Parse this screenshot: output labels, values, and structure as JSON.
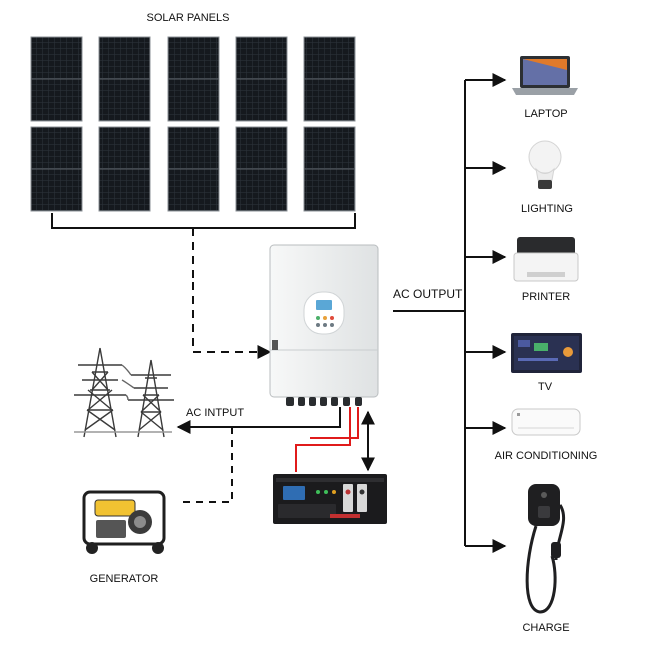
{
  "labels": {
    "solar_panels": "SOLAR PANELS",
    "ac_output": "AC OUTPUT",
    "ac_input": "AC  INTPUT",
    "generator": "GENERATOR",
    "laptop": "LAPTOP",
    "lighting": "LIGHTING",
    "printer": "PRINTER",
    "tv": "TV",
    "air_conditioning": "AIR CONDITIONING",
    "charge": "CHARGE"
  },
  "colors": {
    "panel": "#111418",
    "inverter_body": "#eceeef",
    "inverter_screen": "#5aa7d6",
    "battery_body": "#1b1b1d",
    "battery_cable": "#e01b1b",
    "connector_line": "#111111"
  },
  "icons": {
    "solar": "solar-panel-icon",
    "inverter": "hybrid-inverter-icon",
    "battery": "rack-battery-icon",
    "grid": "power-tower-icon",
    "generator": "generator-icon",
    "laptop": "laptop-icon",
    "lighting": "light-bulb-icon",
    "printer": "printer-icon",
    "tv": "tv-icon",
    "ac": "air-conditioner-icon",
    "charge": "ev-charger-icon"
  }
}
